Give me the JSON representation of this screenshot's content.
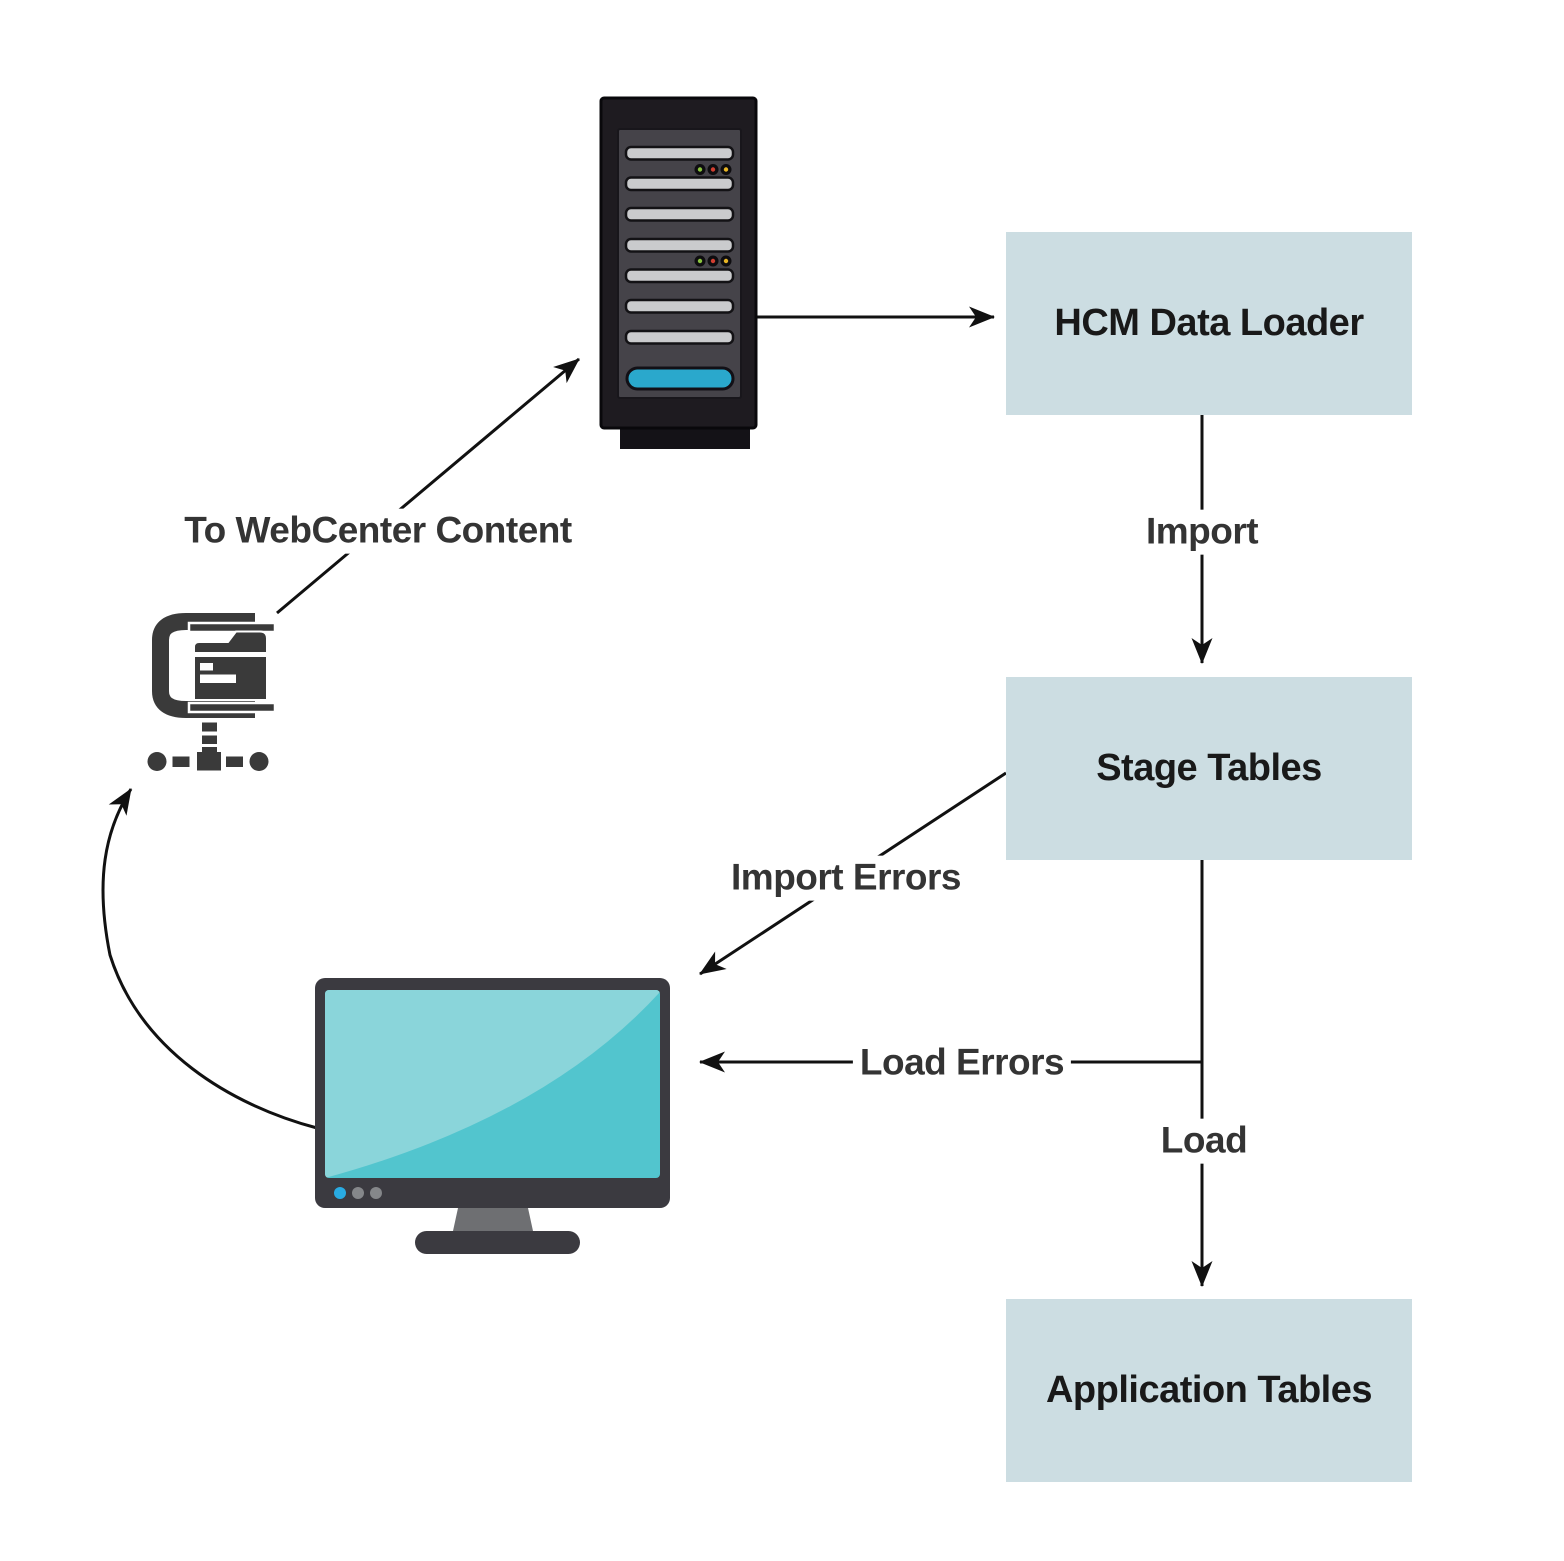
{
  "diagram": {
    "background": "#ffffff",
    "nodes": [
      {
        "id": "hcm_data_loader",
        "label": "HCM Data Loader"
      },
      {
        "id": "stage_tables",
        "label": "Stage Tables"
      },
      {
        "id": "application_tables",
        "label": "Application Tables"
      }
    ],
    "icons": [
      {
        "name": "server-rack-icon"
      },
      {
        "name": "webcenter-folder-icon"
      },
      {
        "name": "desktop-monitor-icon"
      }
    ],
    "edges": [
      {
        "from": "server_rack",
        "to": "hcm_data_loader",
        "label": ""
      },
      {
        "from": "hcm_data_loader",
        "to": "stage_tables",
        "label": "Import"
      },
      {
        "from": "stage_tables",
        "to": "application_tables",
        "label": "Load"
      },
      {
        "from": "stage_tables",
        "to": "desktop_monitor",
        "label": "Import Errors"
      },
      {
        "from": "stage_tables",
        "to": "desktop_monitor",
        "label": "Load Errors"
      },
      {
        "from": "desktop_monitor",
        "to": "webcenter_folder",
        "label": ""
      },
      {
        "from": "webcenter_folder",
        "to": "server_rack",
        "label": "To WebCenter Content"
      }
    ],
    "colors": {
      "node_fill": "#ccdde2",
      "node_text": "#191919",
      "edge_line": "#111111",
      "edge_label_text": "#343434",
      "icon_dark": "#3a3a3a",
      "monitor_frame": "#3b3a40",
      "screen_teal_light": "#8ad5da",
      "screen_teal_dark": "#52c5ce",
      "power_dot_blue": "#29abe2",
      "server_case": "#1e1b20",
      "server_panel": "#454349",
      "server_slot": "#cacbcd",
      "server_accent_blue": "#2aa8cc",
      "led_green": "#8bc53f",
      "led_red": "#d23f31",
      "led_yellow": "#e8b525"
    }
  }
}
